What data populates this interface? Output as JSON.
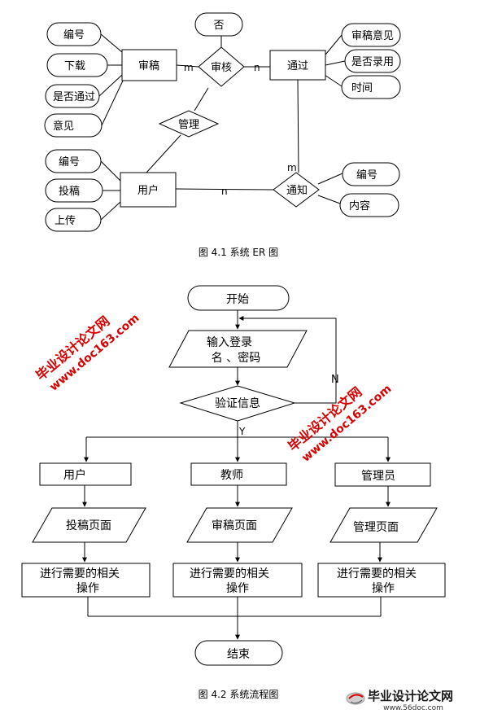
{
  "er_diagram": {
    "caption": "图 4.1  系统 ER 图",
    "entities": {
      "shengao": "审稿",
      "tongguo": "通过",
      "yonghu": "用户"
    },
    "relations": {
      "shenhe": "审核",
      "guanli": "管理",
      "tongzhi": "通知"
    },
    "attributes": {
      "fou": "否",
      "shengao_bianhao": "编号",
      "shengao_xiazai": "下载",
      "shengao_shifoutongguo": "是否通过",
      "shengao_yijian": "意见",
      "tongguo_shengaoyijian": "审稿意见",
      "tongguo_shifouluyong": "是否录用",
      "tongguo_shijian": "时间",
      "yonghu_bianhao": "编号",
      "yonghu_tougao": "投稿",
      "yonghu_shangchuan": "上传",
      "tongzhi_bianhao": "编号",
      "tongzhi_neirong": "内容"
    },
    "cardinality": {
      "m1": "m",
      "n1": "n",
      "m2": "m",
      "n2": "n"
    }
  },
  "flowchart": {
    "caption": "图 4.2 系统流程图",
    "start": "开始",
    "input_line1": "输入登录",
    "input_line2": "名 、密码",
    "verify": "验证信息",
    "no_label": "N",
    "yes_label": "Y",
    "roles": [
      "用户",
      "教师",
      "管理员"
    ],
    "pages": [
      "投稿页面",
      "审稿页面",
      "管理页面"
    ],
    "op_line1": "进行需要的相关",
    "op_line2": "操作",
    "end": "结束"
  },
  "watermarks": {
    "site_name": "毕业设计论文网",
    "site_url": "www.doc163.com",
    "logo_name": "毕业设计论文网",
    "logo_url": "www.56doc.com"
  },
  "colors": {
    "watermark": "#d80000",
    "logo": "#1a1a1a"
  }
}
